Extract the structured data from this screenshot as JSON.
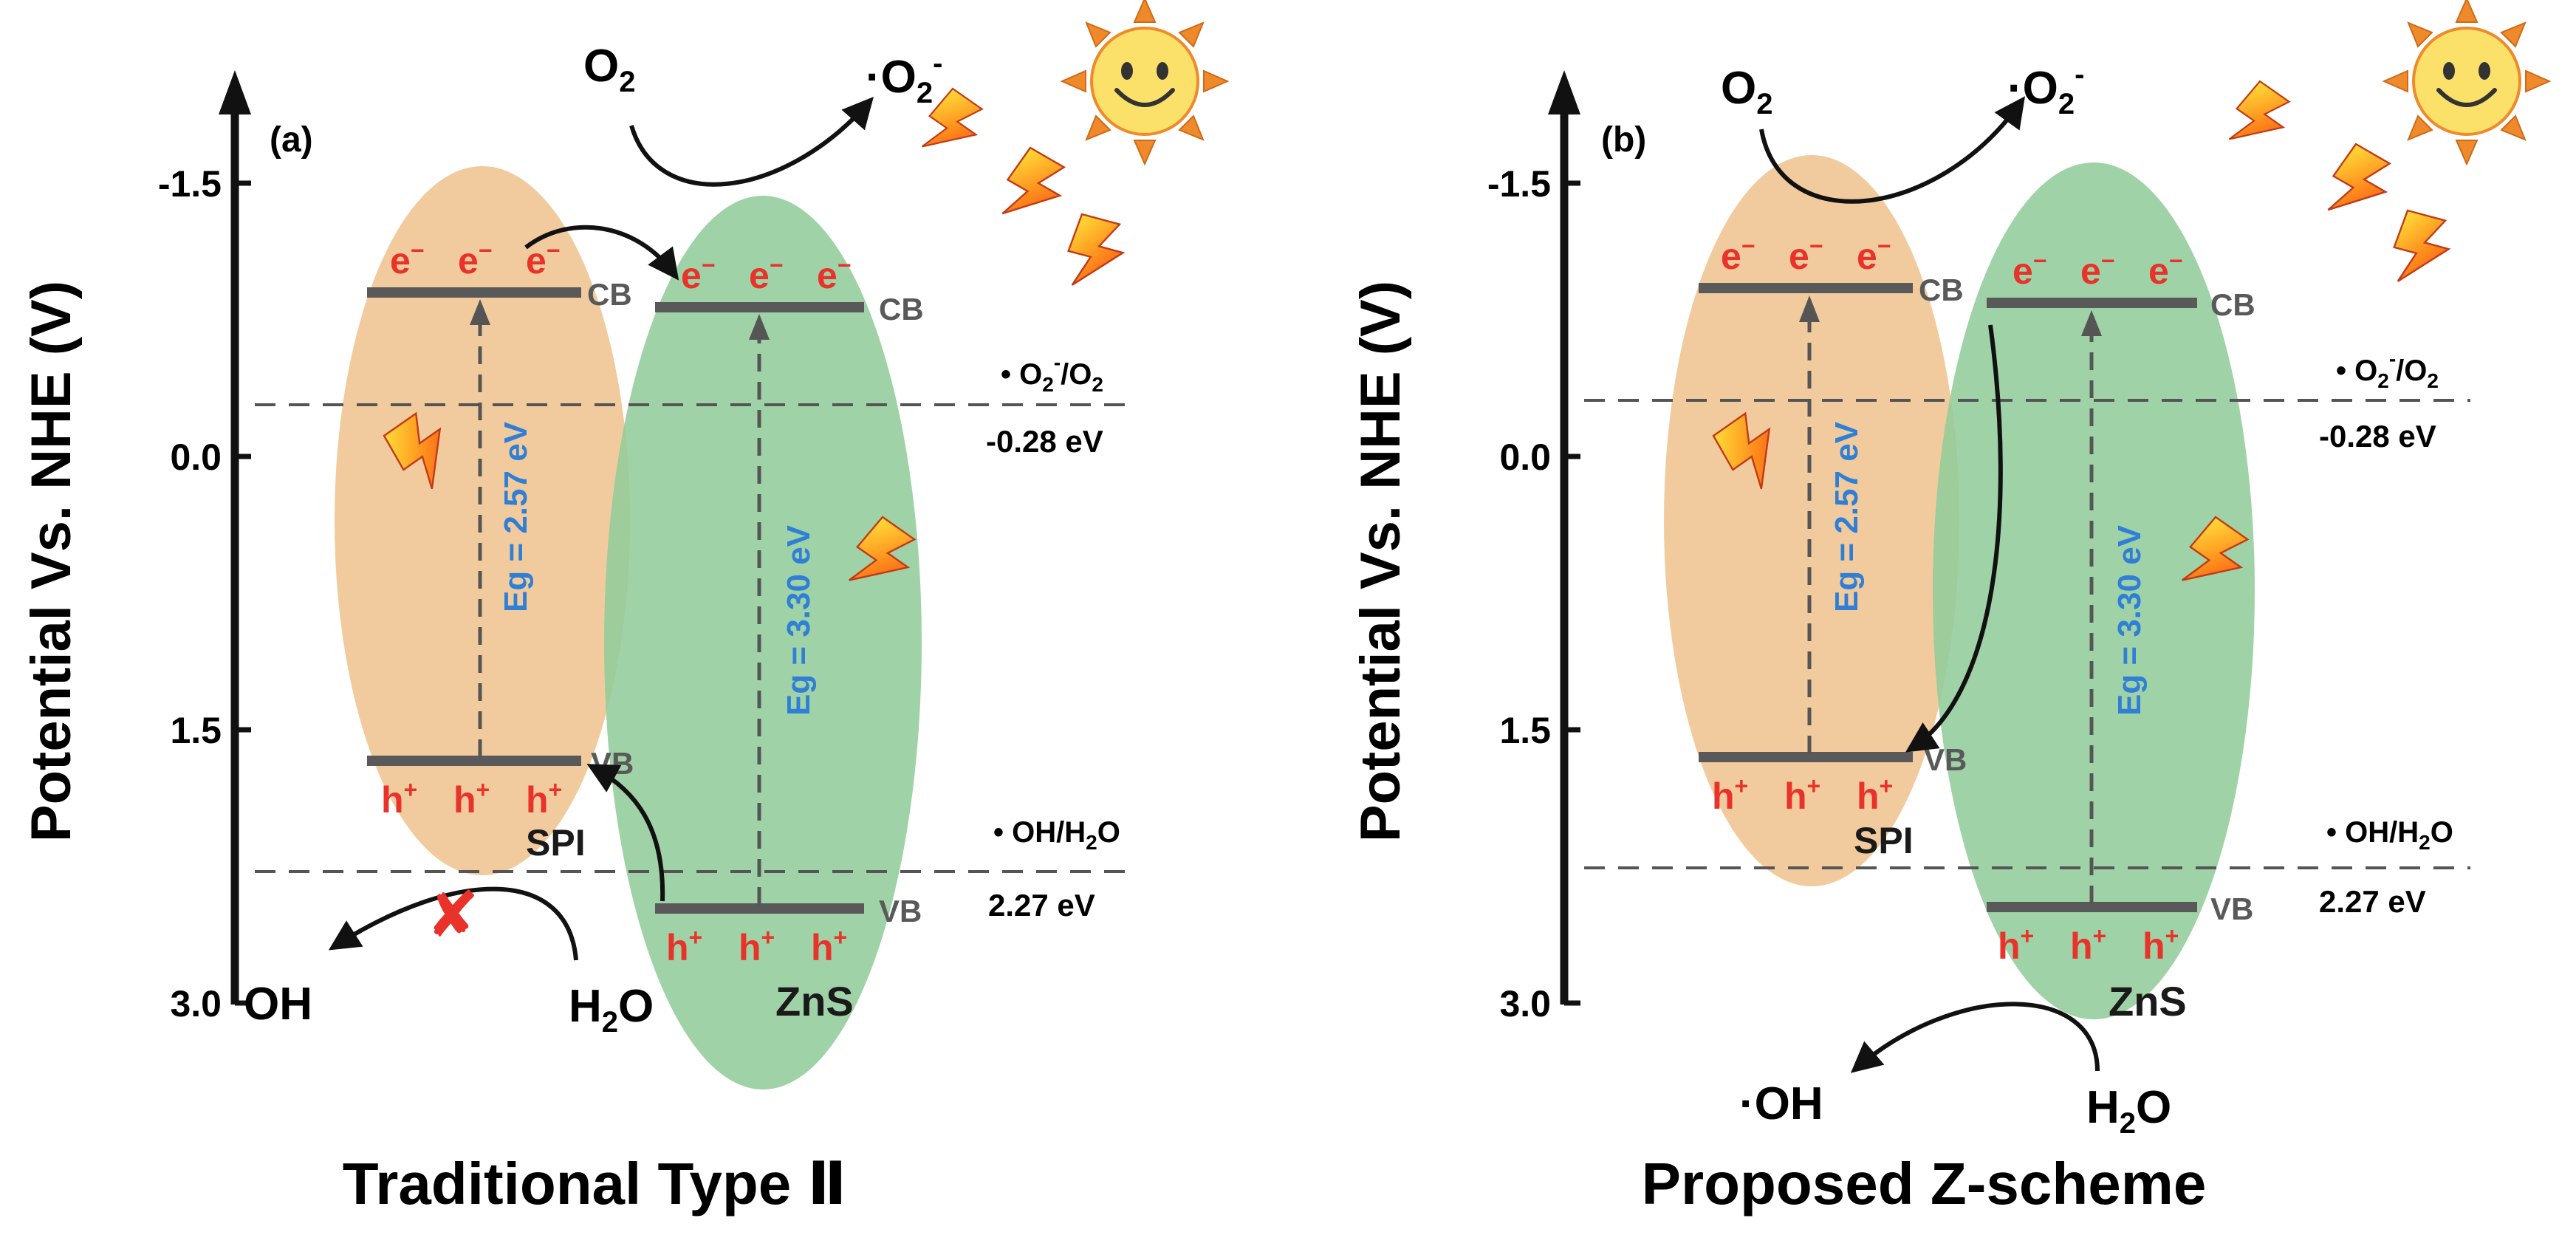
{
  "axis": {
    "label": "Potential Vs. NHE (V)",
    "ticks": [
      "-1.5",
      "0.0",
      "1.5",
      "3.0"
    ]
  },
  "panels": [
    {
      "tag": "(a)",
      "title": "Traditional Type Ⅱ",
      "o2": "O",
      "o2_sub": "2",
      "superoxide": "·O",
      "superoxide_sub": "2",
      "superoxide_sup": "-",
      "oh_product": "OH",
      "water": "H",
      "water_sub": "2",
      "water_end": "O",
      "blocked_mark": "✘"
    },
    {
      "tag": "(b)",
      "title": "Proposed Z-scheme",
      "o2": "O",
      "o2_sub": "2",
      "superoxide": "·O",
      "superoxide_sub": "2",
      "superoxide_sup": "-",
      "oh_product": "·OH",
      "water": "H",
      "water_sub": "2",
      "water_end": "O"
    }
  ],
  "materials": {
    "spi": {
      "name": "SPI",
      "eg": "Eg = 2.57 eV",
      "cb": "CB",
      "vb": "VB"
    },
    "zns": {
      "name": "ZnS",
      "eg": "Eg = 3.30 eV",
      "cb": "CB",
      "vb": "VB"
    }
  },
  "carriers": {
    "electron": "e",
    "electron_sup": "−",
    "hole": "h",
    "hole_sup": "+"
  },
  "references": {
    "superoxide": {
      "bullet": "• O",
      "sub": "2",
      "sup": "-",
      "rest": "/O",
      "rest_sub": "2",
      "value": "-0.28 eV"
    },
    "hydroxyl": {
      "label": "• OH/H",
      "sub": "2",
      "rest": "O",
      "value": "2.27 eV"
    }
  },
  "colors": {
    "spi_fill": "#efc592",
    "zns_fill": "#92cc9a",
    "band": "#595959",
    "electron": "#e8322a",
    "hole": "#e8322a",
    "eg_text": "#2f7fd6",
    "sun": "#fbe06a",
    "sun_rays": "#ef8a2c"
  }
}
